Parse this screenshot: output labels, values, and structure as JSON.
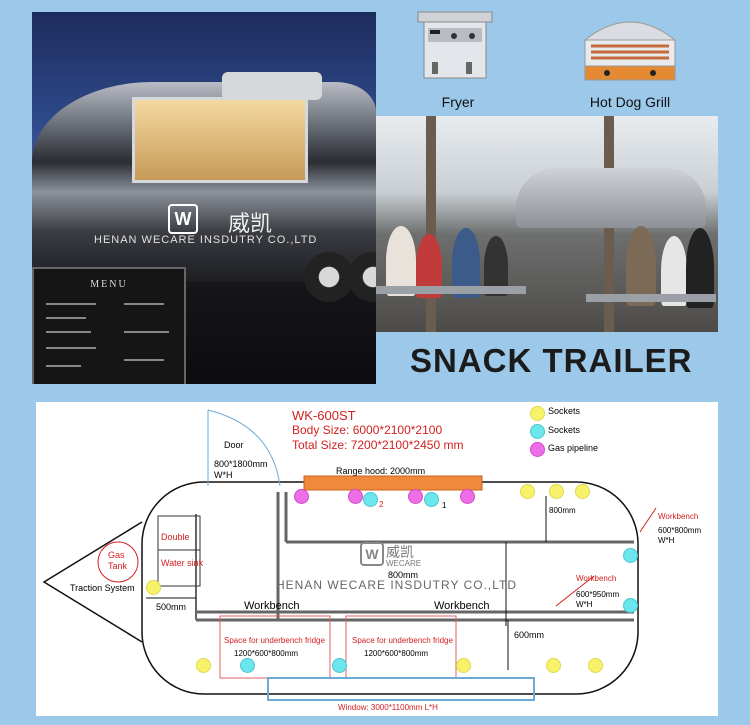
{
  "photo": {
    "menu_title": "MENU",
    "watermark_cn": "威凯",
    "watermark_en": "HENAN WECARE INSDUTRY CO.,LTD"
  },
  "appliances": {
    "fryer_label": "Fryer",
    "grill_label": "Hot Dog Grill"
  },
  "title": "SNACK TRAILER",
  "floorplan": {
    "model": "WK-600ST",
    "body_size": "Body Size: 6000*2100*2100",
    "total_size": "Total Size: 7200*2100*2450 mm",
    "legend": [
      {
        "label": "Sockets",
        "color": "#f7f26a"
      },
      {
        "label": "Sockets",
        "color": "#6be6ec"
      },
      {
        "label": "Gas pipeline",
        "color": "#ee6ee8"
      }
    ],
    "door_label": "Door",
    "door_size": "800*1800mm",
    "door_unit": "W*H",
    "range_hood": "Range hood: 2000mm",
    "hood_marker_1": "1",
    "hood_marker_2": "2",
    "dim_800mm_right": "800mm",
    "dim_800mm_center": "800mm",
    "dim_500mm": "500mm",
    "dim_600mm": "600mm",
    "double_label": "Double",
    "water_sink_label": "Water sink",
    "gas_tank_label": "Gas Tank",
    "traction_label": "Traction System",
    "watermark_cn": "威凯",
    "watermark_brand": "WECARE",
    "watermark_en": "HENAN WECARE INSDUTRY CO.,LTD",
    "workbench_left": "Workbench",
    "workbench_right": "Workbench",
    "workbench_tr": "Workbench",
    "workbench_tr_size": "600*800mm",
    "workbench_tr_unit": "W*H",
    "workbench_r": "Workbench",
    "workbench_r_size": "600*950mm",
    "workbench_r_unit": "W*H",
    "fridge_left_label": "Space for underbench fridge",
    "fridge_left_size": "1200*600*800mm",
    "fridge_right_label": "Space for underbench fridge",
    "fridge_right_size": "1200*600*800mm",
    "window_label": "Window: 3000*1100mm L*H"
  }
}
